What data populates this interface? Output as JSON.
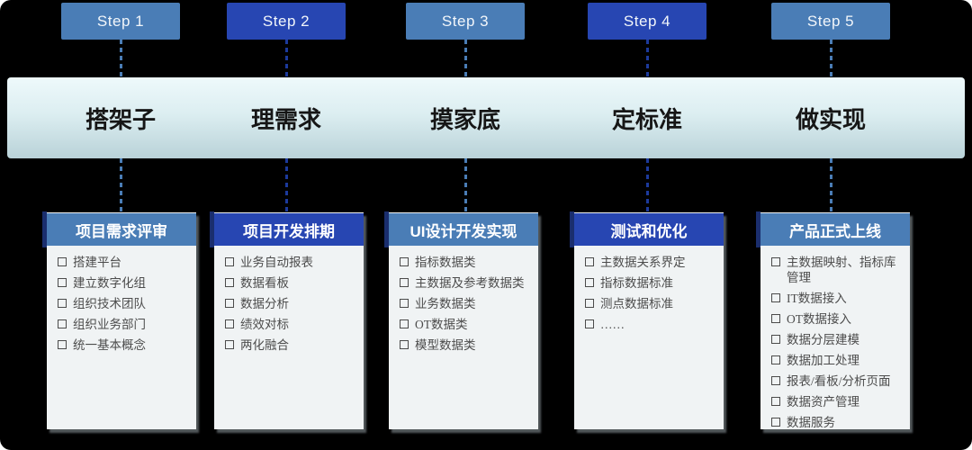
{
  "colors": {
    "step_light_blue": "#4A7DB6",
    "step_dark_blue": "#2746B2",
    "header_ribbon_navy": "#1A2E6E",
    "bar_gradient_top": "#EEF9FB",
    "bar_gradient_bottom": "#B9D2D8",
    "card_background": "#F0F3F4",
    "canvas_background": "#000000"
  },
  "steps": [
    {
      "label": "Step 1",
      "phase": "搭架子",
      "tone": "light",
      "card": {
        "title": "项目需求评审",
        "items": [
          "搭建平台",
          "建立数字化组",
          "组织技术团队",
          "组织业务部门",
          "统一基本概念"
        ]
      }
    },
    {
      "label": "Step 2",
      "phase": "理需求",
      "tone": "dark",
      "card": {
        "title": "项目开发排期",
        "items": [
          "业务自动报表",
          "数据看板",
          "数据分析",
          "绩效对标",
          "两化融合"
        ]
      }
    },
    {
      "label": "Step 3",
      "phase": "摸家底",
      "tone": "light",
      "card": {
        "title": "UI设计开发实现",
        "items": [
          "指标数据类",
          "主数据及参考数据类",
          "业务数据类",
          "OT数据类",
          "模型数据类"
        ]
      }
    },
    {
      "label": "Step 4",
      "phase": "定标准",
      "tone": "dark",
      "card": {
        "title": "测试和优化",
        "items": [
          "主数据关系界定",
          "指标数据标准",
          "测点数据标准",
          "……"
        ]
      }
    },
    {
      "label": "Step 5",
      "phase": "做实现",
      "tone": "light",
      "card": {
        "title": "产品正式上线",
        "items": [
          "主数据映射、指标库管理",
          "IT数据接入",
          "OT数据接入",
          "数据分层建模",
          "数据加工处理",
          "报表/看板/分析页面",
          "数据资产管理",
          "数据服务"
        ]
      }
    }
  ]
}
